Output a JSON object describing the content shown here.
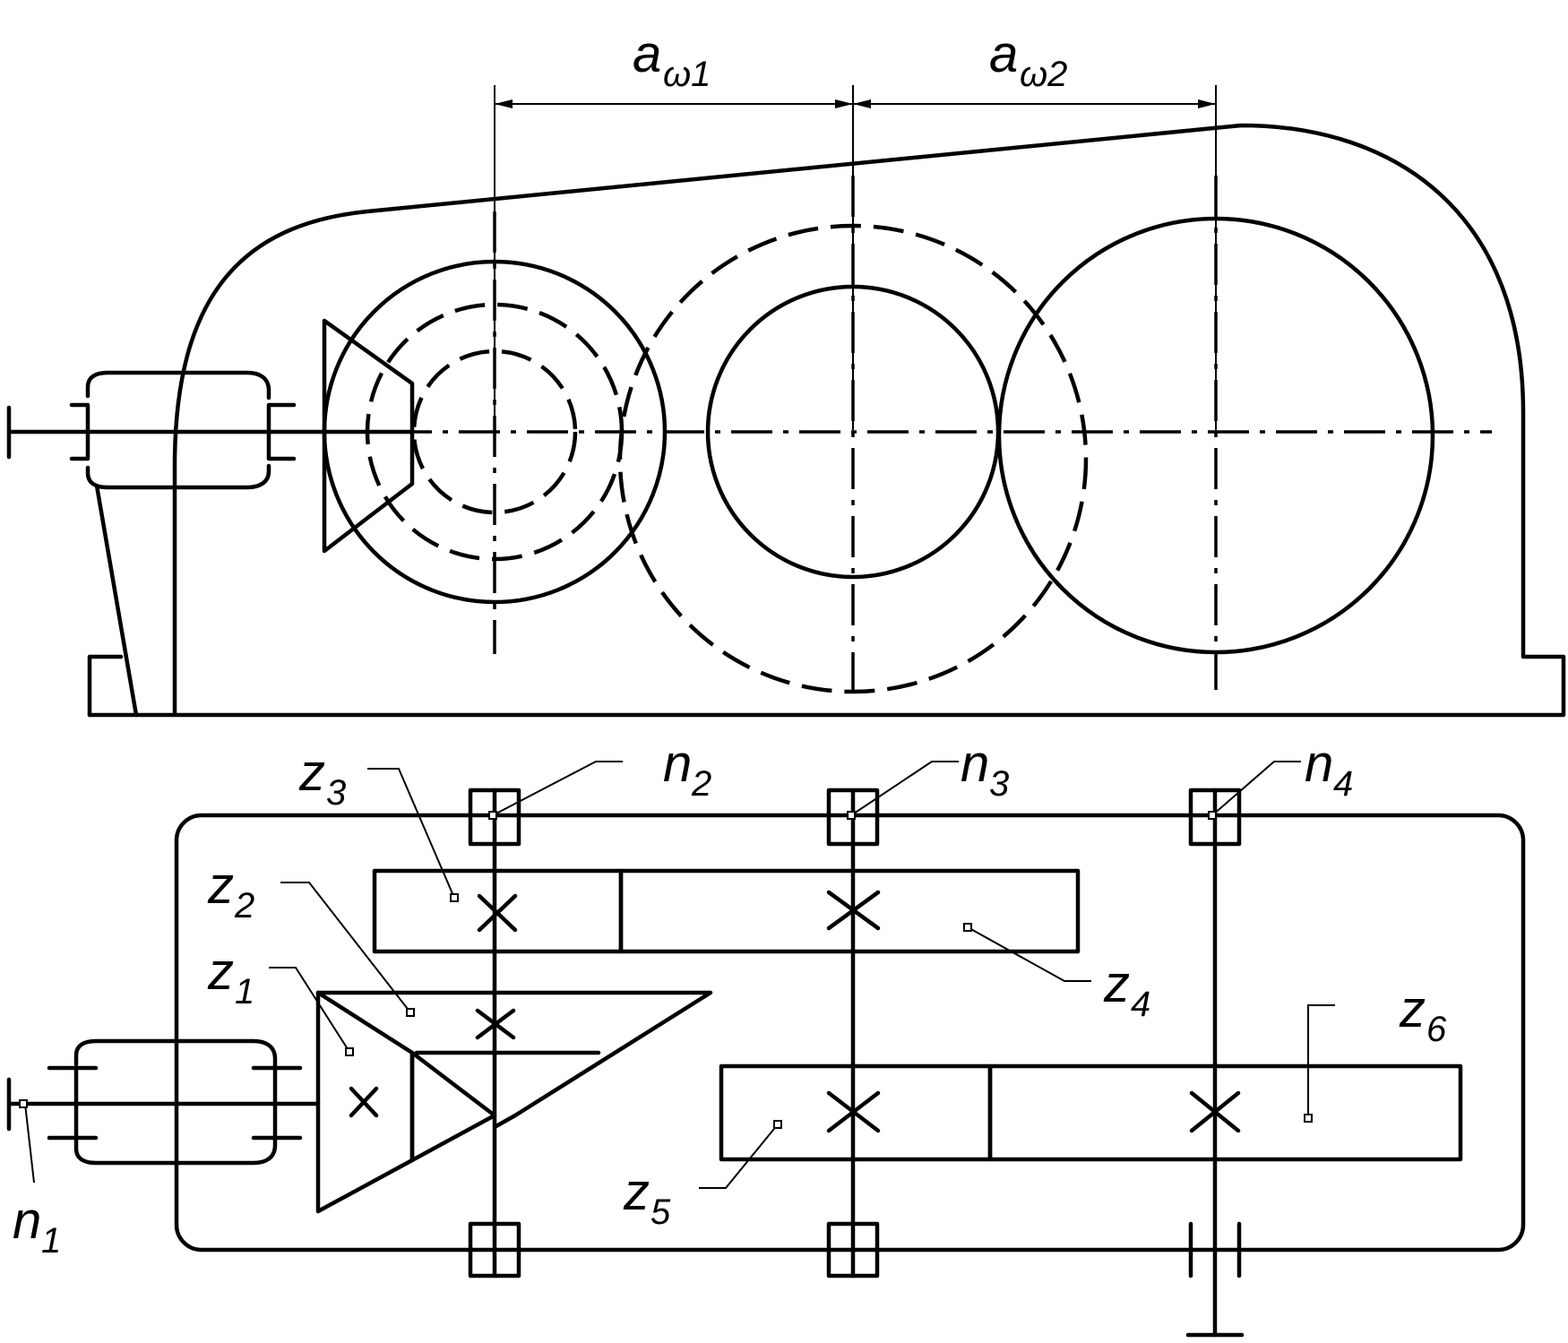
{
  "labels": {
    "aw1": {
      "main": "a",
      "sub": "ω1"
    },
    "aw2": {
      "main": "a",
      "sub": "ω2"
    },
    "z1": {
      "main": "z",
      "sub": "1"
    },
    "z2": {
      "main": "z",
      "sub": "2"
    },
    "z3": {
      "main": "z",
      "sub": "3"
    },
    "z4": {
      "main": "z",
      "sub": "4"
    },
    "z5": {
      "main": "z",
      "sub": "5"
    },
    "z6": {
      "main": "z",
      "sub": "6"
    },
    "n1": {
      "main": "n",
      "sub": "1"
    },
    "n2": {
      "main": "n",
      "sub": "2"
    },
    "n3": {
      "main": "n",
      "sub": "3"
    },
    "n4": {
      "main": "n",
      "sub": "4"
    }
  }
}
